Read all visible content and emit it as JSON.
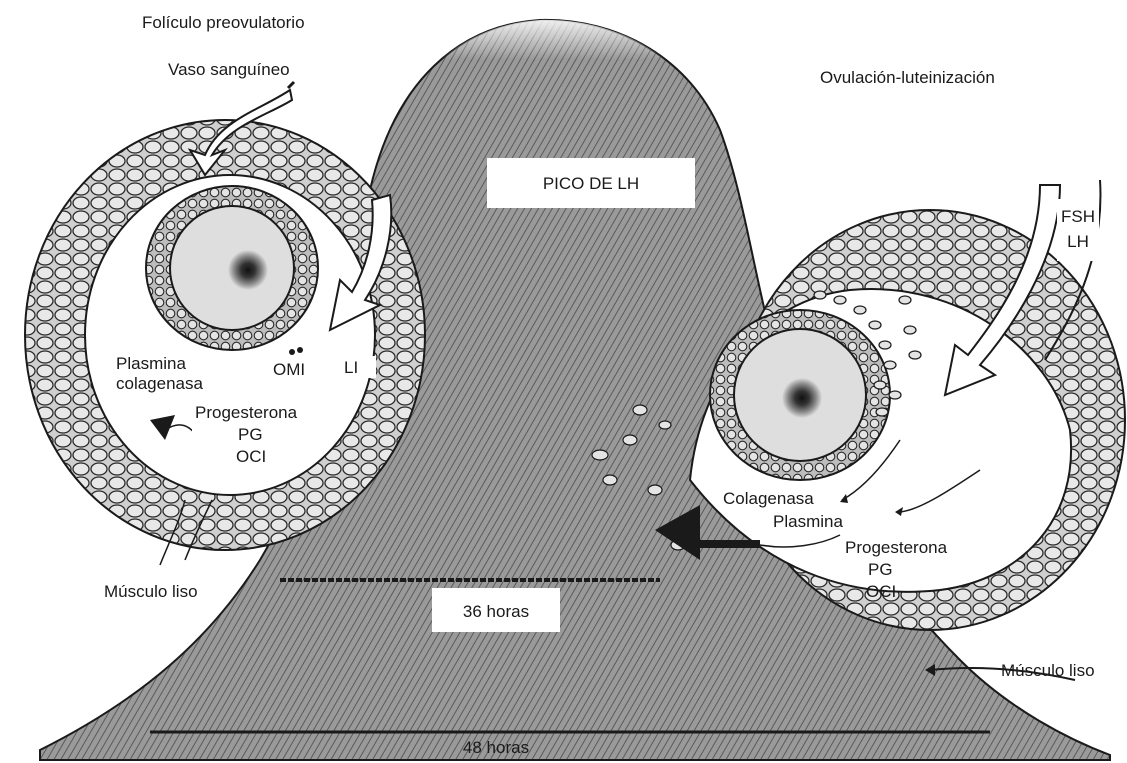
{
  "labels": {
    "folicle_title": "Folículo preovulatorio",
    "vaso": "Vaso sanguíneo",
    "ovulacion": "Ovulación-luteinización",
    "pico": "PICO DE LH",
    "fsh": "FSH",
    "lh": "LH",
    "plasmina_left": "Plasmina",
    "colagenasa_left": "colagenasa",
    "omi": "OMI",
    "li": "LI",
    "progesterona_left": "Progesterona",
    "pg_left": "PG",
    "oci_left": "OCI",
    "colagenasa_right": "Colagenasa",
    "plasmina_right": "Plasmina",
    "progesterona_right": "Progesterona",
    "pg_right": "PG",
    "oci_right": "OCI",
    "musculo_left": "Músculo liso",
    "musculo_right": "Músculo liso",
    "horas36": "36 horas",
    "horas48": "48 horas"
  },
  "colors": {
    "ink": "#1a1a1a",
    "hatch_fill": "#8a8a8a",
    "ring_fill": "#c9c9c9",
    "oocyte_fill": "#dcdcdc",
    "paper": "#ffffff"
  }
}
